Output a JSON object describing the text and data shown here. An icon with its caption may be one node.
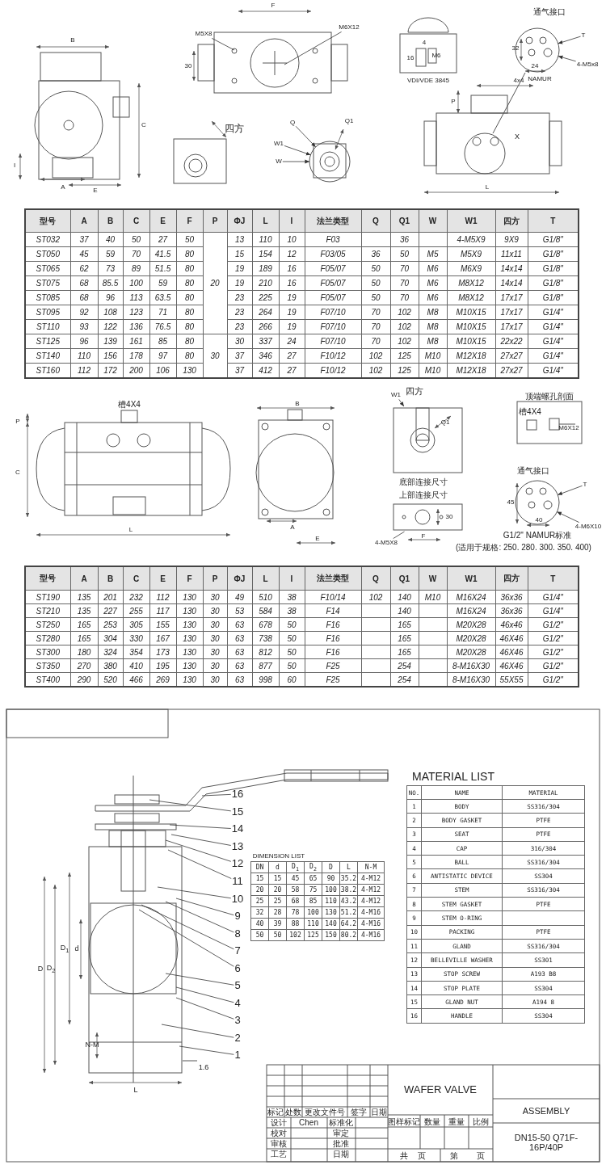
{
  "diagram": {
    "nodes": [
      {
        "text": [
          "M5X8"
        ]
      },
      {
        "text": [
          "M6X12"
        ]
      },
      {
        "text": [
          "Q"
        ]
      },
      {
        "text": [
          "W1"
        ]
      },
      {
        "text": [
          "W"
        ]
      },
      {
        "text": [
          "T"
        ]
      },
      {
        "text": [
          "4-M5x8"
        ]
      },
      {
        "text": [
          "W1"
        ]
      },
      {
        "text": [
          "T"
        ]
      },
      {
        "text": [
          "4-M6X10"
        ]
      },
      {
        "text": [
          "4-M5X8"
        ]
      },
      {
        "text": [
          "16"
        ]
      },
      {
        "text": [
          "15"
        ]
      },
      {
        "text": [
          "14"
        ]
      },
      {
        "text": [
          "13"
        ]
      },
      {
        "text": [
          "12"
        ]
      },
      {
        "text": [
          "11"
        ]
      },
      {
        "text": [
          "10"
        ]
      },
      {
        "text": [
          "9"
        ]
      },
      {
        "text": [
          "8"
        ]
      },
      {
        "text": [
          "7"
        ]
      },
      {
        "text": [
          "6"
        ]
      },
      {
        "text": [
          "5"
        ]
      },
      {
        "text": [
          "4"
        ]
      },
      {
        "text": [
          "3"
        ]
      },
      {
        "text": [
          "2"
        ]
      },
      {
        "text": [
          "1"
        ]
      },
      {
        "text": [],
        "shape": "circle"
      },
      {
        "text": [],
        "shape": "circle"
      },
      {
        "text": [],
        "shape": "box"
      },
      {
        "text": [],
        "shape": "circle"
      },
      {
        "text": [],
        "shape": "box"
      }
    ],
    "edges": [
      {
        "from": 0,
        "to": null,
        "arrow": "none"
      },
      {
        "from": 1,
        "to": null,
        "arrow": "none"
      },
      {
        "from": 2,
        "to": 28,
        "arrow": "to"
      },
      {
        "from": 3,
        "to": 28,
        "arrow": "to"
      },
      {
        "from": 4,
        "to": 28,
        "arrow": "to"
      },
      {
        "from": 5,
        "to": 27,
        "arrow": "to"
      },
      {
        "from": 6,
        "to": 27,
        "arrow": "to"
      },
      {
        "from": 7,
        "to": 29,
        "arrow": "to"
      },
      {
        "from": 8,
        "to": 30,
        "arrow": "to"
      },
      {
        "from": 9,
        "to": 30,
        "arrow": "to"
      },
      {
        "from": 10,
        "to": 31,
        "arrow": "none"
      },
      {
        "from": 11,
        "to": null,
        "arrow": "none"
      },
      {
        "from": 12,
        "to": null,
        "arrow": "none"
      },
      {
        "from": 13,
        "to": null,
        "arrow": "none"
      },
      {
        "from": 14,
        "to": null,
        "arrow": "none"
      },
      {
        "from": 15,
        "to": null,
        "arrow": "none"
      },
      {
        "from": 16,
        "to": null,
        "arrow": "none"
      },
      {
        "from": 17,
        "to": null,
        "arrow": "none"
      },
      {
        "from": 18,
        "to": null,
        "arrow": "none"
      },
      {
        "from": 19,
        "to": null,
        "arrow": "none"
      },
      {
        "from": 20,
        "to": null,
        "arrow": "none"
      },
      {
        "from": 21,
        "to": null,
        "arrow": "none"
      },
      {
        "from": 22,
        "to": null,
        "arrow": "none"
      },
      {
        "from": 23,
        "to": null,
        "arrow": "none"
      },
      {
        "from": 24,
        "to": null,
        "arrow": "none"
      },
      {
        "from": 25,
        "to": null,
        "arrow": "none"
      },
      {
        "from": 26,
        "to": null,
        "arrow": "none"
      }
    ],
    "labels": [
      "B",
      "C",
      "I",
      "A",
      "E",
      "F",
      "30",
      "四方",
      "Q1",
      "4",
      "16",
      "M6",
      "VDI/VDE 3845",
      "通气接口",
      "32",
      "24",
      "NAMUR",
      "4x4",
      "P",
      "X",
      "L",
      "型号",
      "A",
      "B",
      "C",
      "E",
      "F",
      "P",
      "ΦJ",
      "L",
      "I",
      "法兰类型",
      "Q",
      "Q1",
      "W",
      "W1",
      "四方",
      "T",
      "ST032",
      "37",
      "40",
      "50",
      "27",
      "50",
      "20",
      "13",
      "110",
      "10",
      "F03",
      "36",
      "4-M5X9",
      "9X9",
      "G1/8\"",
      "ST050",
      "45",
      "59",
      "70",
      "41.5",
      "80",
      "15",
      "154",
      "12",
      "F03/05",
      "36",
      "50",
      "M5",
      "M5X9",
      "11x11",
      "G1/8\"",
      "ST065",
      "62",
      "73",
      "89",
      "51.5",
      "80",
      "19",
      "189",
      "16",
      "F05/07",
      "50",
      "70",
      "M6",
      "M6X9",
      "14x14",
      "G1/8\"",
      "ST075",
      "68",
      "85.5",
      "100",
      "59",
      "80",
      "19",
      "210",
      "16",
      "F05/07",
      "50",
      "70",
      "M6",
      "M8X12",
      "14x14",
      "G1/8\"",
      "ST085",
      "68",
      "96",
      "113",
      "63.5",
      "80",
      "23",
      "225",
      "19",
      "F05/07",
      "50",
      "70",
      "M6",
      "M8X12",
      "17x17",
      "G1/8\"",
      "ST095",
      "92",
      "108",
      "123",
      "71",
      "80",
      "23",
      "264",
      "19",
      "F07/10",
      "70",
      "102",
      "M8",
      "M10X15",
      "17x17",
      "G1/4\"",
      "ST110",
      "93",
      "122",
      "136",
      "76.5",
      "80",
      "23",
      "266",
      "19",
      "F07/10",
      "70",
      "102",
      "M8",
      "M10X15",
      "17x17",
      "G1/4\"",
      "ST125",
      "96",
      "139",
      "161",
      "85",
      "80",
      "30",
      "30",
      "337",
      "24",
      "F07/10",
      "70",
      "102",
      "M8",
      "M10X15",
      "22x22",
      "G1/4\"",
      "ST140",
      "110",
      "156",
      "178",
      "97",
      "80",
      "37",
      "346",
      "27",
      "F10/12",
      "102",
      "125",
      "M10",
      "M12X18",
      "27x27",
      "G1/4\"",
      "ST160",
      "112",
      "172",
      "200",
      "106",
      "130",
      "37",
      "412",
      "27",
      "F10/12",
      "102",
      "125",
      "M10",
      "M12X18",
      "27x27",
      "G1/4\"",
      "槽4X4",
      "P",
      "C",
      "L",
      "B",
      "A",
      "E",
      "四方",
      "Q1",
      "底部连接尺寸",
      "上部连接尺寸",
      "30",
      "F",
      "顶端螺孔剖面",
      "槽4X4",
      "M6X12",
      "通气接口",
      "45",
      "40",
      "G1/2\" NAMUR标准",
      "(适用于规格: 250. 280. 300. 350. 400)",
      "型号",
      "A",
      "B",
      "C",
      "E",
      "F",
      "P",
      "ΦJ",
      "L",
      "I",
      "法兰类型",
      "Q",
      "Q1",
      "W",
      "W1",
      "四方",
      "T",
      "ST190",
      "135",
      "201",
      "232",
      "112",
      "130",
      "30",
      "49",
      "510",
      "38",
      "F10/14",
      "102",
      "140",
      "M10",
      "M16X24",
      "36x36",
      "G1/4\"",
      "ST210",
      "135",
      "227",
      "255",
      "117",
      "130",
      "30",
      "53",
      "584",
      "38",
      "F14",
      "140",
      "M16X24",
      "36x36",
      "G1/4\"",
      "ST250",
      "165",
      "253",
      "305",
      "155",
      "130",
      "30",
      "63",
      "678",
      "50",
      "F16",
      "165",
      "M20X28",
      "46x46",
      "G1/2\"",
      "ST280",
      "165",
      "304",
      "330",
      "167",
      "130",
      "30",
      "63",
      "738",
      "50",
      "F16",
      "165",
      "M20X28",
      "46X46",
      "G1/2\"",
      "ST300",
      "180",
      "324",
      "354",
      "173",
      "130",
      "30",
      "63",
      "812",
      "50",
      "F16",
      "165",
      "M20X28",
      "46X46",
      "G1/2\"",
      "ST350",
      "270",
      "380",
      "410",
      "195",
      "130",
      "30",
      "63",
      "877",
      "50",
      "F25",
      "254",
      "8-M16X30",
      "46X46",
      "G1/2\"",
      "ST400",
      "290",
      "520",
      "466",
      "269",
      "130",
      "30",
      "63",
      "998",
      "60",
      "F25",
      "254",
      "8-M16X30",
      "55X55",
      "G1/2\"",
      "MATERIAL LIST",
      "NO.",
      "NAME",
      "MATERIAL",
      "1",
      "BODY",
      "SS316/304",
      "2",
      "BODY GASKET",
      "PTFE",
      "3",
      "SEAT",
      "PTFE",
      "4",
      "CAP",
      "316/304",
      "5",
      "BALL",
      "SS316/304",
      "6",
      "ANTISTATIC DEVICE",
      "SS304",
      "7",
      "STEM",
      "SS316/304",
      "8",
      "STEM GASKET",
      "PTFE",
      "9",
      "STEM O-RING",
      "10",
      "PACKING",
      "PTFE",
      "11",
      "GLAND",
      "SS316/304",
      "12",
      "BELLEVILLE WASHER",
      "SS301",
      "13",
      "STOP SCREW",
      "A193 B8",
      "14",
      "STOP PLATE",
      "SS304",
      "15",
      "GLAND NUT",
      "A194 8",
      "16",
      "HANDLE",
      "SS304",
      "DIMENSION LIST",
      "DN",
      "d",
      "D$_{1}$",
      "D$_{2}$",
      "D",
      "L",
      "N-M",
      "15",
      "15",
      "45",
      "65",
      "90",
      "35.2",
      "4-M12",
      "20",
      "20",
      "58",
      "75",
      "100",
      "38.2",
      "4-M12",
      "25",
      "25",
      "68",
      "85",
      "110",
      "43.2",
      "4-M12",
      "32",
      "28",
      "78",
      "100",
      "130",
      "51.2",
      "4-M16",
      "40",
      "39",
      "88",
      "110",
      "140",
      "64.2",
      "4-M16",
      "50",
      "50",
      "102",
      "125",
      "150",
      "80.2",
      "4-M16",
      "D",
      "D$_{2}$",
      "D$_{1}$",
      "d",
      "N-M",
      "L",
      "1.6",
      "标记",
      "处数",
      "更改文件号",
      "签字",
      "日期",
      "WAFER VALVE",
      "ASSEMBLY",
      "设计",
      "Chen",
      "标准化",
      "图样标记",
      "数量",
      "重量",
      "比例",
      "DN15-50 Q71F-16P/40P",
      "校对",
      "审定",
      "审核",
      "批准",
      "工艺",
      "日期",
      "共",
      "页",
      "第",
      "页"
    ]
  }
}
